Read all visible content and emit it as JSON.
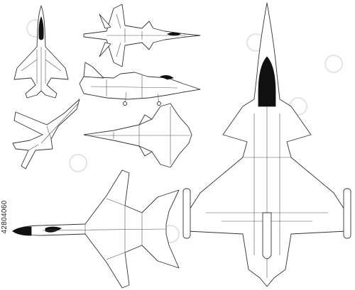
{
  "stock_id": "42804060",
  "colors": {
    "line": "#333333",
    "canopy": "#111111",
    "background": "#ffffff"
  },
  "drawings": [
    "fighter-top-view-f15",
    "fighter-top-view-su27",
    "fighter-side-view-mirage",
    "fighter-top-view-f86",
    "fighter-side-view-sr71",
    "fighter-top-view-mig29",
    "fighter-top-view-large-canard"
  ]
}
